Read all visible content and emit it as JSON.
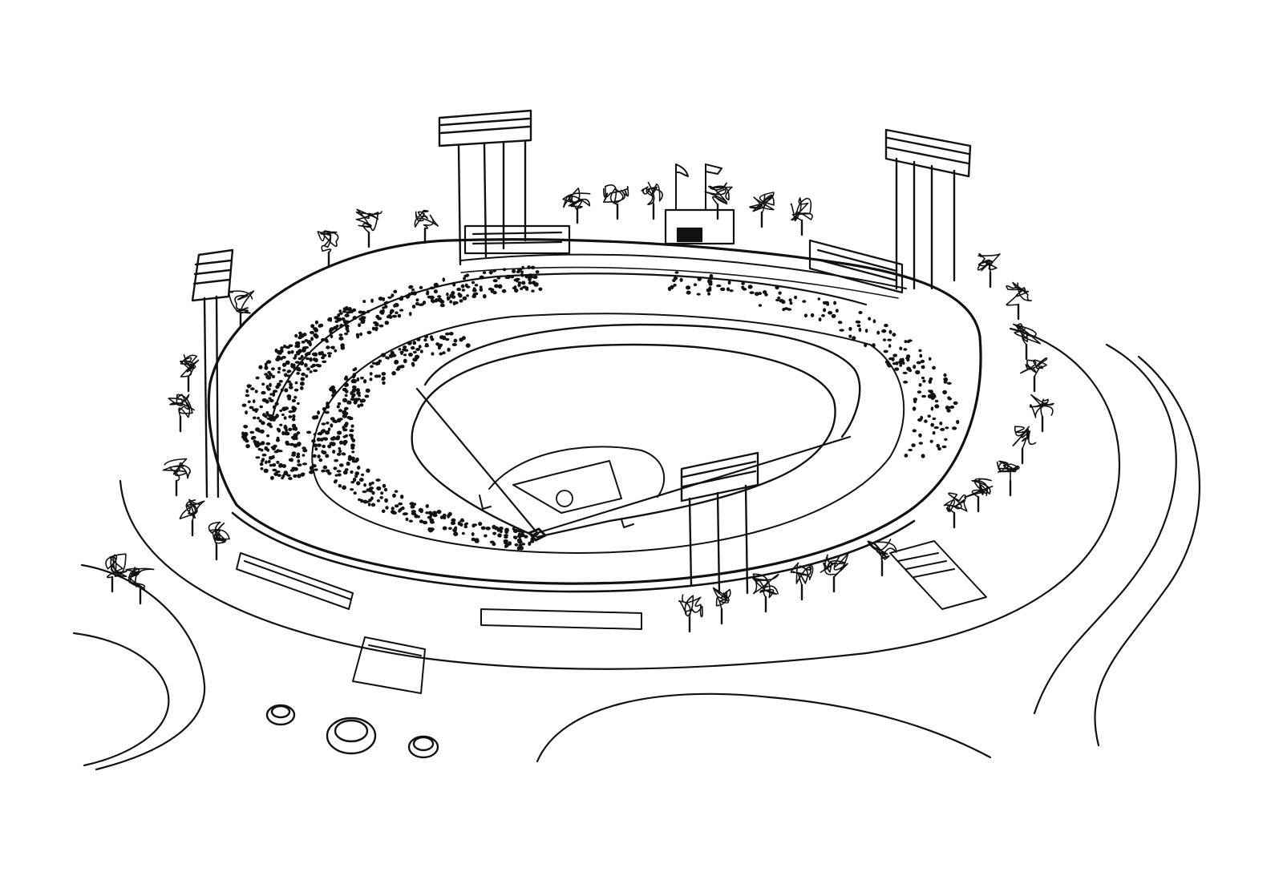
{
  "image": {
    "style": "black ink line drawing",
    "subject": "stadium",
    "colors": {
      "background": "#ffffff",
      "ink": "#111111"
    }
  },
  "light_towers": [
    {
      "name": "light-tower-left"
    },
    {
      "name": "light-tower-center"
    },
    {
      "name": "light-tower-right"
    },
    {
      "name": "light-tower-front"
    }
  ],
  "flags": [
    {
      "name": "flag-left"
    },
    {
      "name": "flag-right"
    }
  ]
}
